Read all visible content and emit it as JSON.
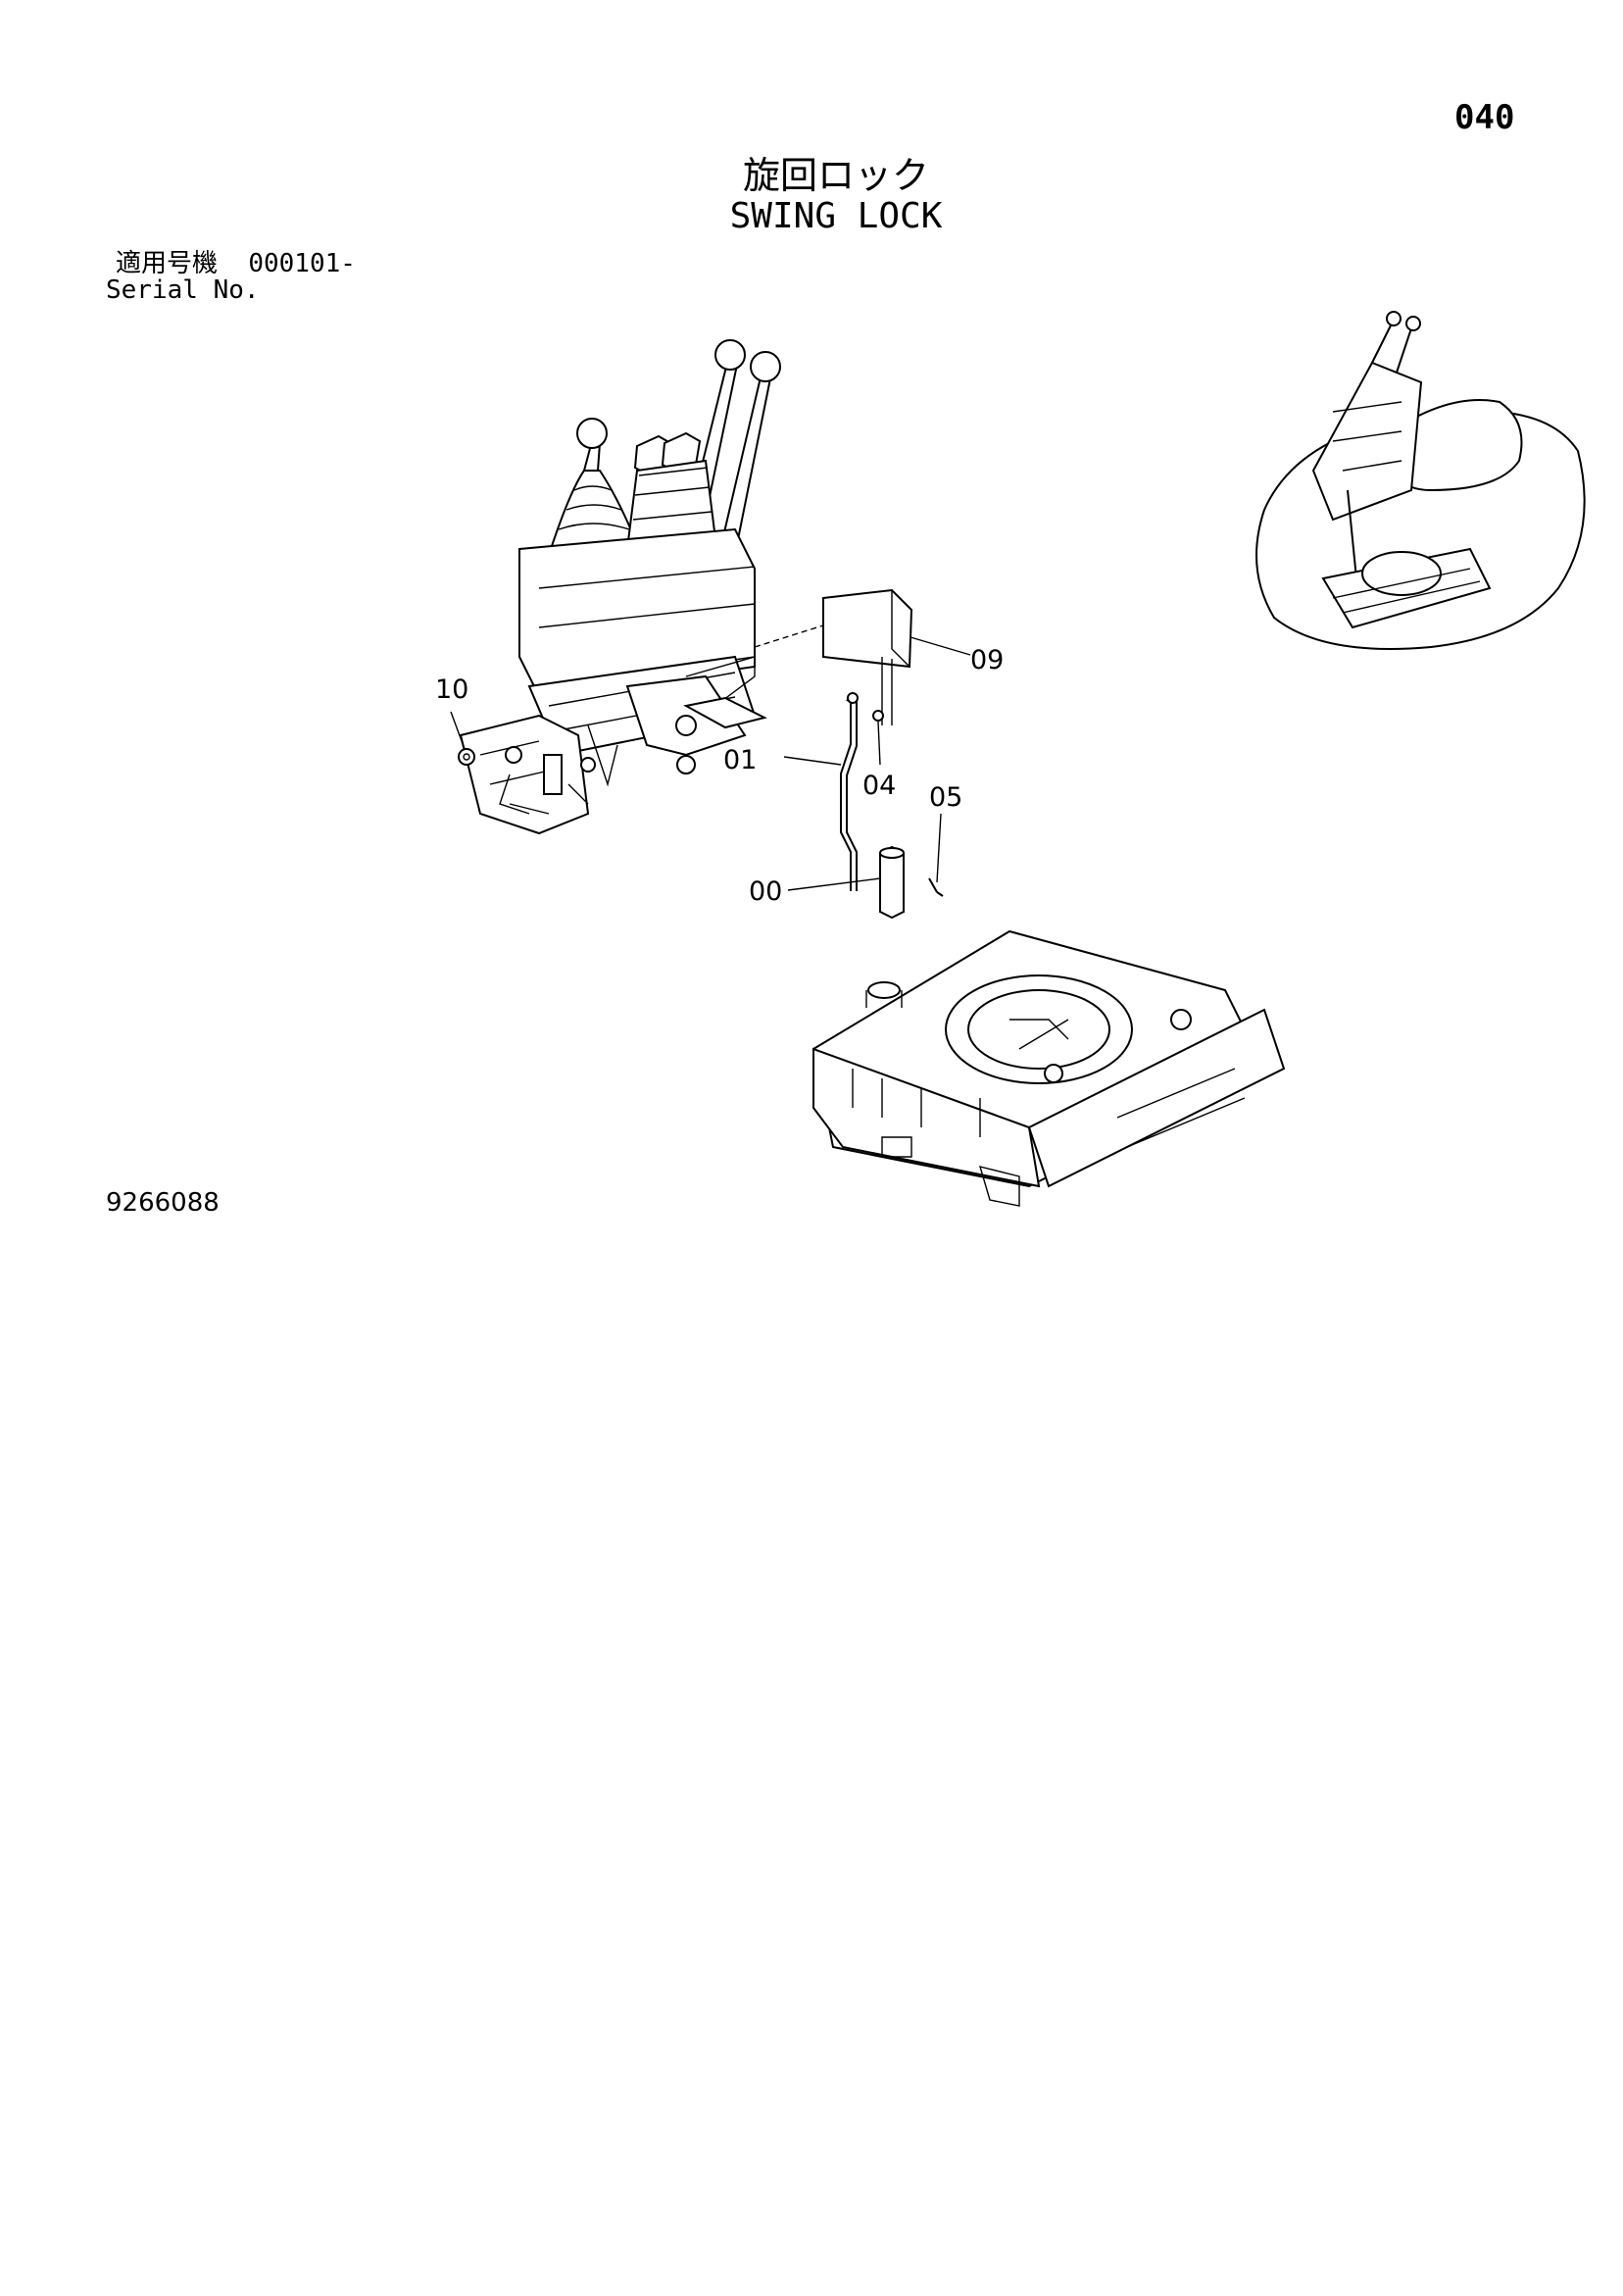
{
  "header": {
    "page_number": "040",
    "title_jp": "旋回ロック",
    "title_en": "SWING LOCK"
  },
  "serial": {
    "label_jp": "適用号機",
    "value": "000101-",
    "label_en": "Serial No."
  },
  "callouts": {
    "c00": "00",
    "c01": "01",
    "c04": "04",
    "c05": "05",
    "c09": "09",
    "c10": "10"
  },
  "footer": {
    "drawing_number": "9266088"
  }
}
